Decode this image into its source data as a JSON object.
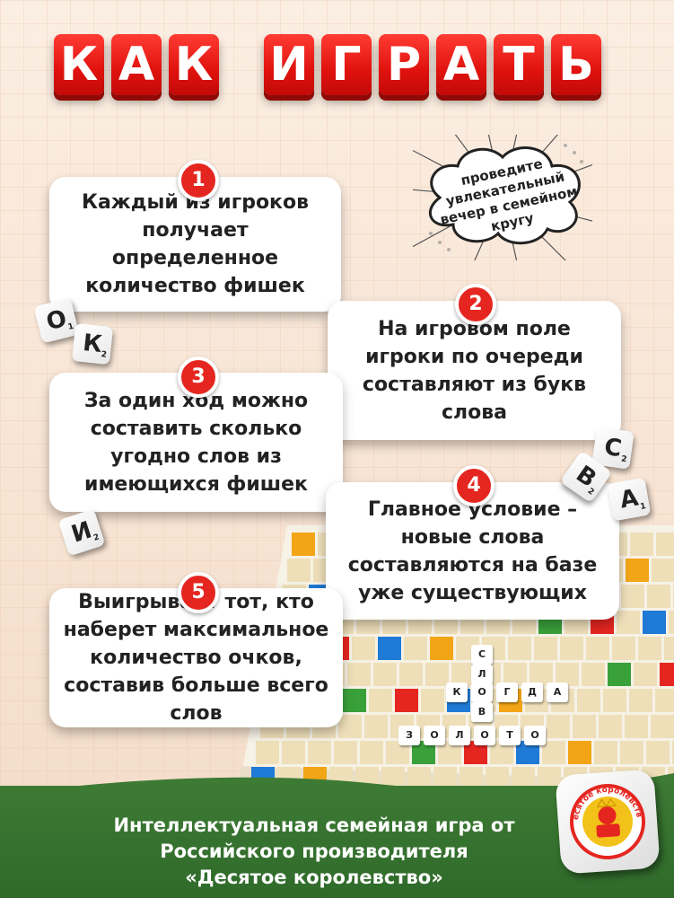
{
  "title_letters": [
    "К",
    "А",
    "К",
    "И",
    "Г",
    "Р",
    "А",
    "Т",
    "Ь"
  ],
  "bubble": {
    "text": "проведите увлекательный вечер в семейном кругу"
  },
  "steps": [
    {
      "num": "1",
      "text": "Каждый из игроков получает определенное количество фишек"
    },
    {
      "num": "2",
      "text": "На игровом поле игроки по очереди составляют из букв слова"
    },
    {
      "num": "3",
      "text": "За один ход можно составить сколько угодно слов из имеющихся фишек"
    },
    {
      "num": "4",
      "text": "Главное условие – новые слова составляются на базе уже существующих"
    },
    {
      "num": "5",
      "text": "Выигрывает тот, кто наберет максимальное количество очков, составив больше всего слов"
    }
  ],
  "tiles": [
    {
      "letter": "О",
      "value": "1"
    },
    {
      "letter": "К",
      "value": "2"
    },
    {
      "letter": "С",
      "value": "2"
    },
    {
      "letter": "В",
      "value": "2"
    },
    {
      "letter": "А",
      "value": "1"
    },
    {
      "letter": "И",
      "value": "2"
    }
  ],
  "board_words": {
    "vertical": [
      "С",
      "Л",
      "",
      "В"
    ],
    "kogda": [
      "К",
      "О",
      "Г",
      "Д",
      "А"
    ],
    "zoloto": [
      "З",
      "О",
      "Л",
      "О",
      "Т",
      "О"
    ]
  },
  "footer": {
    "line1": "Интеллектуальная семейная игра от",
    "line2": "Российского производителя",
    "line3": "«Десятое королевство»"
  },
  "logo": {
    "text": "Десятое королевство"
  },
  "colors": {
    "accent": "#e52620",
    "footer_green": "#2f6a2a"
  }
}
